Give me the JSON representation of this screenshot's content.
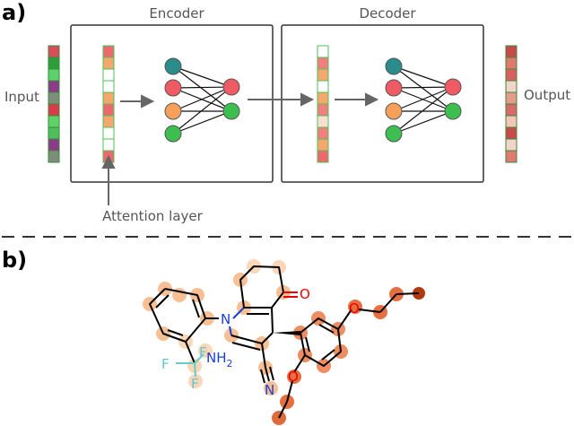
{
  "panel_a": {
    "letter": "a)",
    "encoder_title": "Encoder",
    "decoder_title": "Decoder",
    "input_label": "Input",
    "output_label": "Output",
    "attention_label": "Attention layer",
    "input_vector": [
      "#d94c5a",
      "#2f9d3c",
      "#5dd16a",
      "#8e3a8a",
      "#7d8f7a",
      "#da3b4b",
      "#5dd16a",
      "#4fbf5a",
      "#8e3a8a",
      "#7d8f7a"
    ],
    "attention_vector": [
      "#ec6a6e",
      "#f4a86e",
      "#ffffff",
      "#ffffff",
      "#f4a86e",
      "#ec6a6e",
      "#f4a86e",
      "#ffffff",
      "#ffffff",
      "#ec6a6e"
    ],
    "latent_vector": [
      "#ffffff",
      "#f08080",
      "#f4a86e",
      "#ffffff",
      "#f4a86e",
      "#f08080",
      "#f8e0d0",
      "#f08080",
      "#f4a86e",
      "#ec6a6e"
    ],
    "output_vector": [
      "#c94a4a",
      "#e07a70",
      "#d96060",
      "#f2d4c8",
      "#e59a8a",
      "#d86a6a",
      "#f3c6b8",
      "#c94a4a",
      "#f2d4c8",
      "#e07a70"
    ],
    "encoder_nodes_layer1": [
      "#2b8c8c",
      "#f05a64",
      "#f6a05a",
      "#3cbf4f"
    ],
    "encoder_nodes_layer2": [
      "#f05a64",
      "#3cbf4f"
    ],
    "decoder_nodes_layer1": [
      "#2b8c8c",
      "#f05a64",
      "#f6a05a",
      "#3cbf4f"
    ],
    "decoder_nodes_layer2": [
      "#f05a64",
      "#3cbf4f"
    ]
  },
  "panel_b": {
    "letter": "b)",
    "atoms": {
      "nitrogen_ring": "N",
      "oxygen_keto": "O",
      "oxygen_ether1": "O",
      "oxygen_ether2": "O",
      "nitrogen_nitrile": "N",
      "amine_label": "NH",
      "amine_subscript": "2",
      "fluorine_1": "F",
      "fluorine_2": "F",
      "fluorine_3": "F"
    }
  }
}
